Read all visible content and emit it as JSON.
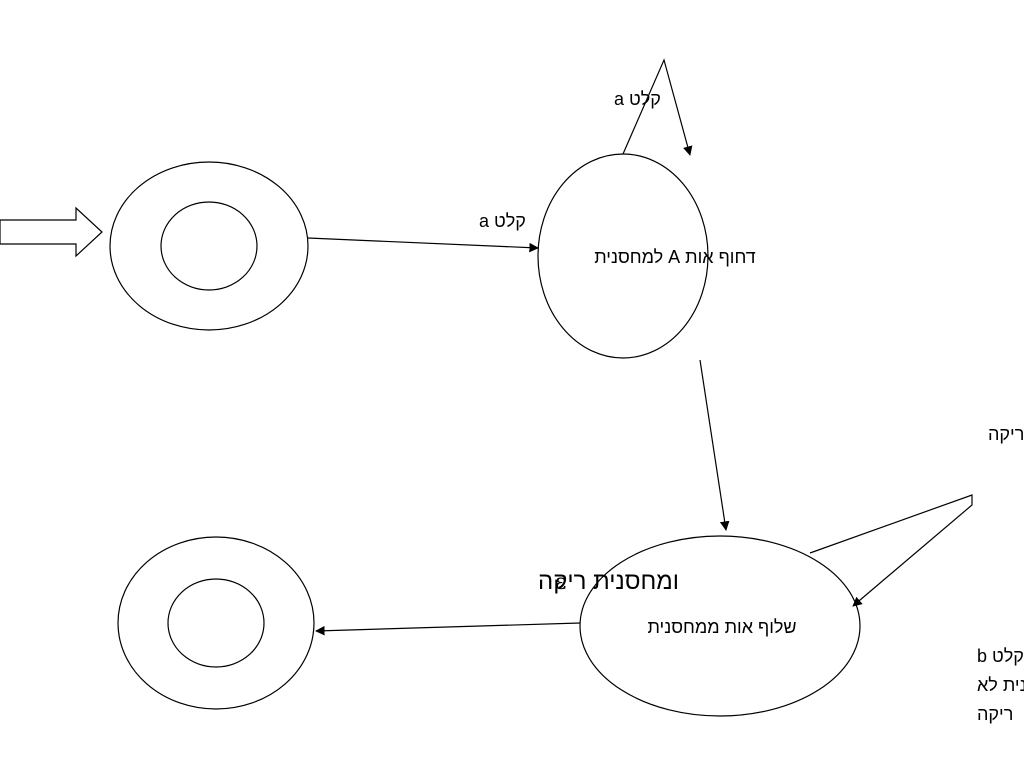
{
  "nodes": {
    "push": {
      "label": "דחוף אות A למחסנית"
    },
    "pop": {
      "label": "שלוף אות ממחסנית"
    }
  },
  "edges": {
    "start_to_push": {
      "label": "קלט a"
    },
    "push_self": {
      "label": "קלט a"
    },
    "push_to_pop": {
      "label": "קלט b ומחסנית לא ריקה"
    },
    "pop_self": {
      "lines": [
        "קלט b",
        "ומחסנית לא",
        "ריקה"
      ]
    },
    "pop_to_accept": {
      "symbol": "ε",
      "label": "ומחסנית ריקה"
    }
  },
  "colors": {
    "stroke": "#000000",
    "background": "#ffffff"
  }
}
